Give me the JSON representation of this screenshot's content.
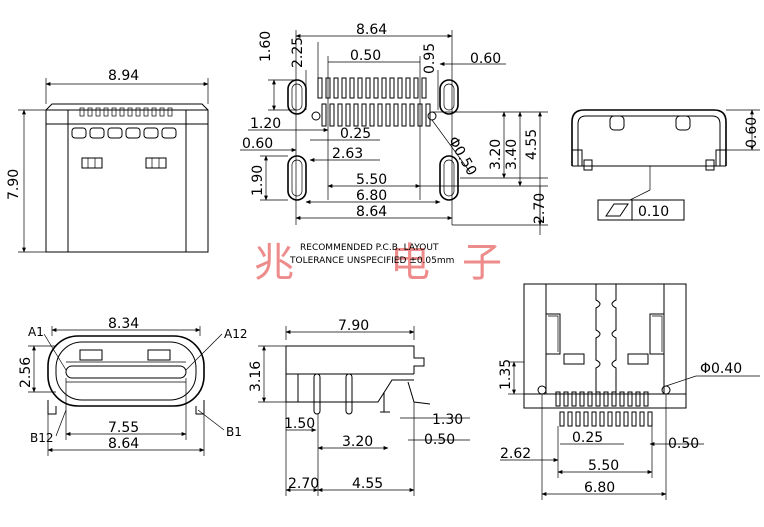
{
  "watermark": {
    "chars": [
      "兆",
      "电",
      "子"
    ]
  },
  "notes": {
    "line1": "RECOMMENDED  P.C.B. LAYOUT",
    "line2": "TOLERANCE UNSPECIFIED ±0.05mm"
  },
  "tolerance_box": {
    "value": "0.10"
  },
  "top_view": {
    "width": "8.94",
    "height": "7.90"
  },
  "pcb_layout": {
    "total_width_top": "8.64",
    "h_1_60": "1.60",
    "h_2_25": "2.25",
    "pitch": "0.50",
    "v_0_95": "0.95",
    "pad_w_0_60": "0.60",
    "h_1_20": "1.20",
    "h_0_25": "0.25",
    "w_0_60": "0.60",
    "w_2_63": "2.63",
    "dia": "Φ0.50",
    "h_3_20": "3.20",
    "h_3_40": "3.40",
    "h_4_55": "4.55",
    "h_1_90": "1.90",
    "w_5_50": "5.50",
    "w_6_80": "6.80",
    "w_8_64": "8.64",
    "h_2_70": "2.70"
  },
  "side_view_right": {
    "h_0_60": "0.60"
  },
  "front_view": {
    "w_8_34": "8.34",
    "label_a1": "A1",
    "label_a12": "A12",
    "h_2_56": "2.56",
    "w_7_55": "7.55",
    "w_8_64": "8.64",
    "label_b12": "B12",
    "label_b1": "B1"
  },
  "side_view": {
    "w_7_90": "7.90",
    "h_3_16": "3.16",
    "w_1_50": "1.50",
    "w_1_30": "1.30",
    "w_3_20": "3.20",
    "w_0_50": "0.50",
    "w_2_70": "2.70",
    "w_4_55": "4.55"
  },
  "bottom_view": {
    "h_1_35": "1.35",
    "dia": "Φ0.40",
    "w_0_25": "0.25",
    "w_0_50": "0.50",
    "w_2_62": "2.62",
    "w_5_50": "5.50",
    "w_6_80": "6.80"
  }
}
